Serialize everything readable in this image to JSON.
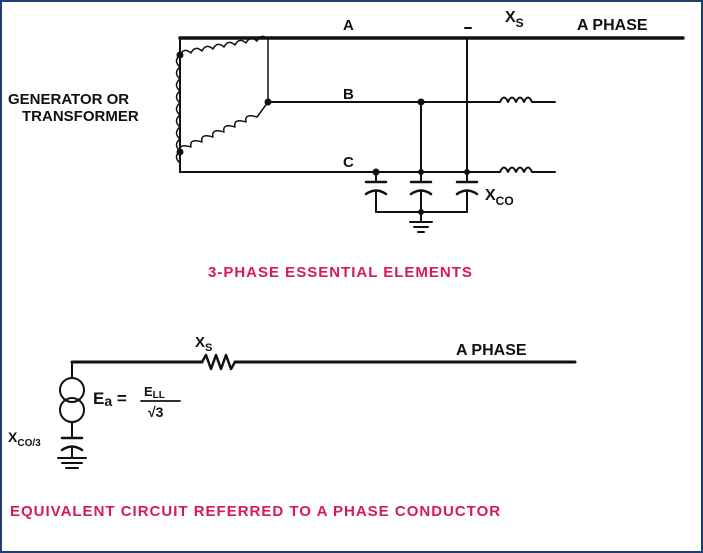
{
  "top_diagram": {
    "source_label_line1": "GENERATOR OR",
    "source_label_line2": "TRANSFORMER",
    "conductor_a": "A",
    "conductor_b": "B",
    "conductor_c": "C",
    "reactance_label": "X",
    "reactance_subscript": "S",
    "phase_label": "A PHASE",
    "capacitance_label": "X",
    "capacitance_subscript": "CO",
    "caption": "3-PHASE ESSENTIAL ELEMENTS"
  },
  "bottom_diagram": {
    "reactance_label": "X",
    "reactance_subscript": "S",
    "phase_label": "A PHASE",
    "source_voltage": "E",
    "source_voltage_subscript": "a",
    "numerator": "E",
    "numerator_subscript": "LL",
    "denominator": "√3",
    "capacitance_label": "X",
    "capacitance_subscript": "CO/3",
    "caption": "EQUIVALENT CIRCUIT REFERRED TO A PHASE CONDUCTOR"
  },
  "colors": {
    "caption": "#d6195a",
    "frame": "#1f3f6e",
    "line": "#111111"
  }
}
